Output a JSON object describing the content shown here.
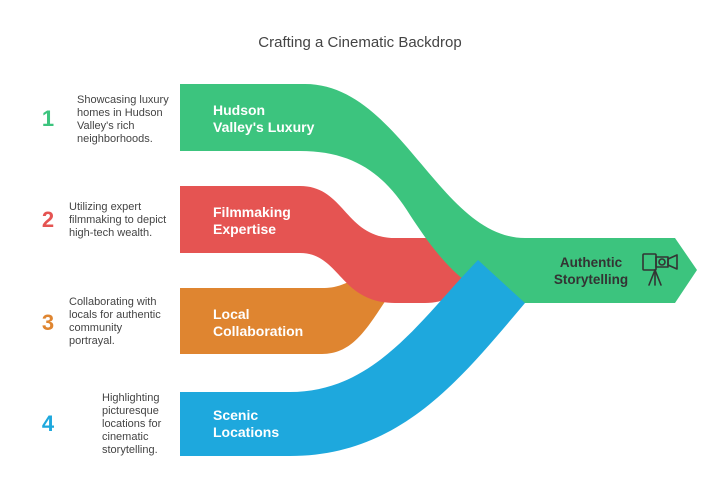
{
  "title": "Crafting a Cinematic Backdrop",
  "inputs": [
    {
      "number": "1",
      "label_line1": "Hudson",
      "label_line2": "Valley's Luxury",
      "desc": [
        "Showcasing luxury",
        "homes in Hudson",
        "Valley's rich",
        "neighborhoods."
      ],
      "color": "#3cc47e"
    },
    {
      "number": "2",
      "label_line1": "Filmmaking",
      "label_line2": "Expertise",
      "desc": [
        "Utilizing expert",
        "filmmaking to depict",
        "high-tech wealth."
      ],
      "color": "#e55452"
    },
    {
      "number": "3",
      "label_line1": "Local",
      "label_line2": "Collaboration",
      "desc": [
        "Collaborating with",
        "locals for authentic",
        "community",
        "portrayal."
      ],
      "color": "#df8530"
    },
    {
      "number": "4",
      "label_line1": "Scenic",
      "label_line2": "Locations",
      "desc": [
        "Highlighting",
        "picturesque",
        "locations for",
        "cinematic",
        "storytelling."
      ],
      "color": "#1ea8dd"
    }
  ],
  "output": {
    "line1": "Authentic",
    "line2": "Storytelling",
    "icon": "film-camera-icon",
    "color": "#3cc47e"
  }
}
